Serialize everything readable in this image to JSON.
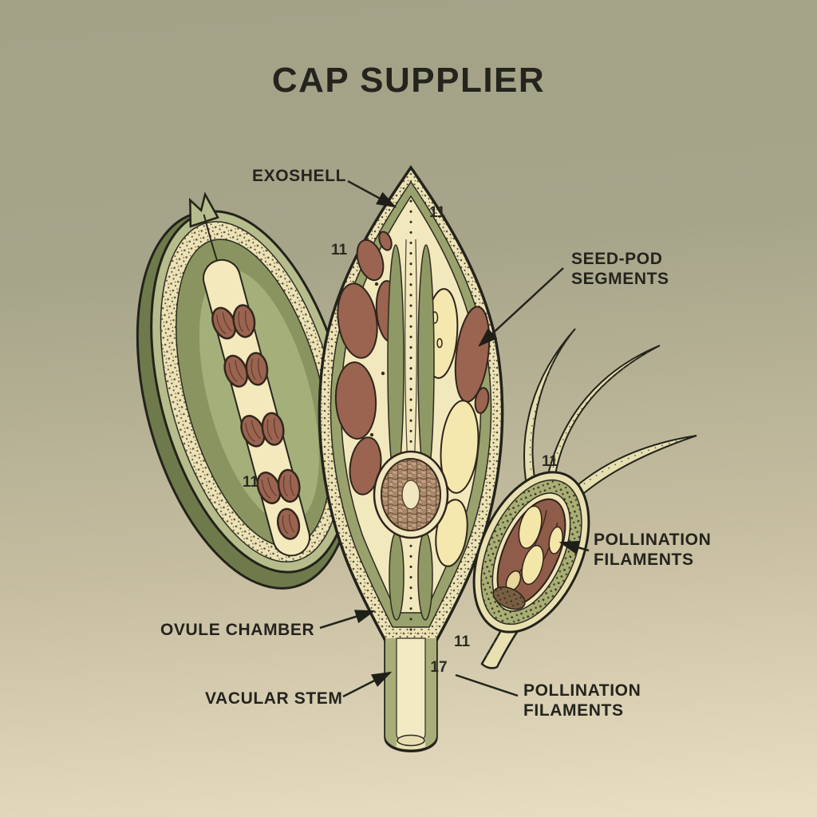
{
  "title": "CAP SUPPLIER",
  "annotations": {
    "exoshell": {
      "label": "EXOSHELL"
    },
    "seed_pod_segments": {
      "line1": "SEED-POD",
      "line2": "SEGMENTS"
    },
    "pollination_filaments_right": {
      "line1": "POLLINATION",
      "line2": "FILAMENTS"
    },
    "ovule_chamber": {
      "label": "OVULE CHAMBER"
    },
    "vacular_stem": {
      "label": "VACULAR STEM"
    },
    "pollination_filaments_bottom": {
      "line1": "POLLINATION",
      "line2": "FILAMENTS"
    }
  },
  "markers": [
    {
      "value": "11"
    },
    {
      "value": "11"
    },
    {
      "value": "11"
    },
    {
      "value": "11"
    },
    {
      "value": "11"
    },
    {
      "value": "17"
    }
  ],
  "colors": {
    "background_top": "#a3a287",
    "background_bottom": "#eadfc3",
    "ink": "#24241d",
    "outline": "#23231b",
    "pod_rim_green": "#b6bc8b",
    "olive_deep": "#6f7a4c",
    "olive_band": "#99a26c",
    "rind_cream": "#ece2b6",
    "inner_cream": "#f2e8bd",
    "seed_brown": "#9a6450",
    "seed_yellow": "#f4e8ae",
    "ovule_tan": "#bfa081",
    "ring_green": "#a9ae74",
    "filament_cream": "#e4deb0"
  }
}
